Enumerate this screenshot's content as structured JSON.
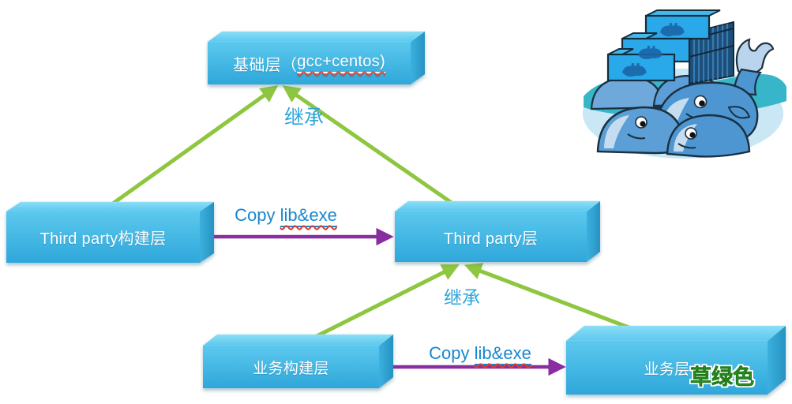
{
  "colors": {
    "box_front": "#35AFDF",
    "box_top": "#6FD0F0",
    "box_side": "#2B9CCB",
    "green_arrow": "#8EC63F",
    "purple_arrow": "#8A2DA0",
    "inherit_text": "#2FA6DB",
    "copy_text": "#1887CE",
    "note_green": "#3CAE2F",
    "box_text": "#FFFFFF"
  },
  "boxes": {
    "base": {
      "prefix": "基础层（",
      "underlined": "gcc+centos)"
    },
    "third_party_build": {
      "label": "Third party构建层"
    },
    "third_party": {
      "label": "Third party层"
    },
    "business_build": {
      "label": "业务构建层"
    },
    "business": {
      "label": "业务层"
    }
  },
  "labels": {
    "inherit_top": "继承",
    "inherit_bottom": "继承",
    "copy_top": {
      "prefix": "Copy ",
      "underlined": "lib&exe"
    },
    "copy_bottom": {
      "prefix": "Copy ",
      "underlined": "lib&exe"
    },
    "color_note": "草绿色"
  },
  "illustration": {
    "icon": "docker-whales-and-containers"
  }
}
